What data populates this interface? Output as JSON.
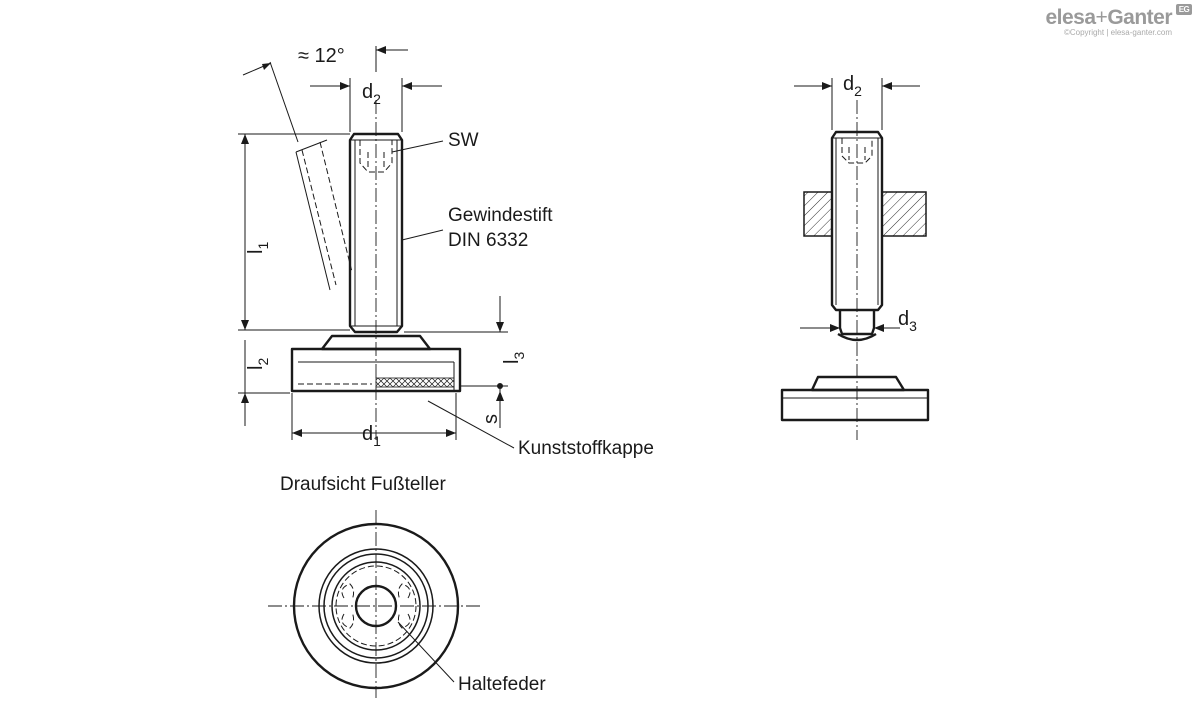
{
  "brand": {
    "logo_main": "elesa",
    "logo_plus": "+",
    "logo_partner": "Ganter",
    "badge": "EG",
    "copyright": "©Copyright | elesa-ganter.com"
  },
  "labels": {
    "angle": "≈ 12°",
    "d2_left": "d",
    "d2_left_sub": "2",
    "sw": "SW",
    "gewindestift_1": "Gewindestift",
    "gewindestift_2": "DIN 6332",
    "l1": "l",
    "l1_sub": "1",
    "l2": "l",
    "l2_sub": "2",
    "l3": "l",
    "l3_sub": "3",
    "s": "s",
    "d1": "d",
    "d1_sub": "1",
    "kunststoffkappe": "Kunststoffkappe",
    "d2_right": "d",
    "d2_right_sub": "2",
    "d3": "d",
    "d3_sub": "3",
    "draufsicht": "Draufsicht Fußteller",
    "haltefeder": "Haltefeder"
  }
}
